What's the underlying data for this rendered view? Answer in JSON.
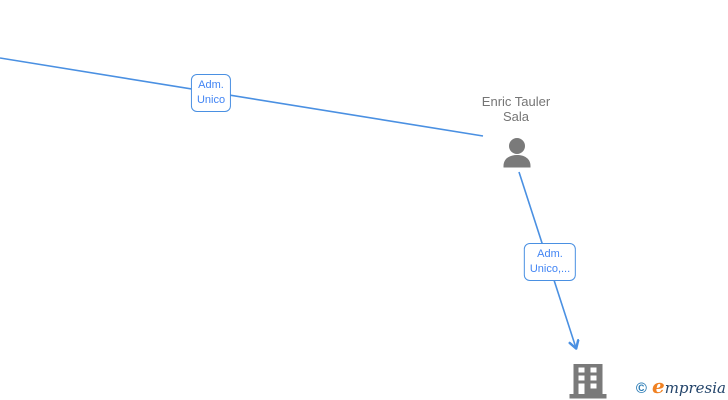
{
  "diagram": {
    "person": {
      "name_line1": "Enric Tauler",
      "name_line2": "Sala"
    },
    "edges": [
      {
        "label_line1": "Adm.",
        "label_line2": "Unico"
      },
      {
        "label_line1": "Adm.",
        "label_line2": "Unico,..."
      }
    ],
    "icons": [
      "person-icon",
      "building-icon"
    ]
  },
  "watermark": {
    "copyright_symbol": "©",
    "brand_first_letter": "e",
    "brand_rest": "mpresia"
  },
  "colors": {
    "edge_blue": "#4a90e2",
    "label_blue": "#4285f4",
    "icon_gray": "#7a7a7a",
    "name_gray": "#757575",
    "logo_blue": "#2b7cb5",
    "logo_orange": "#f08122",
    "logo_navy": "#24456b"
  }
}
